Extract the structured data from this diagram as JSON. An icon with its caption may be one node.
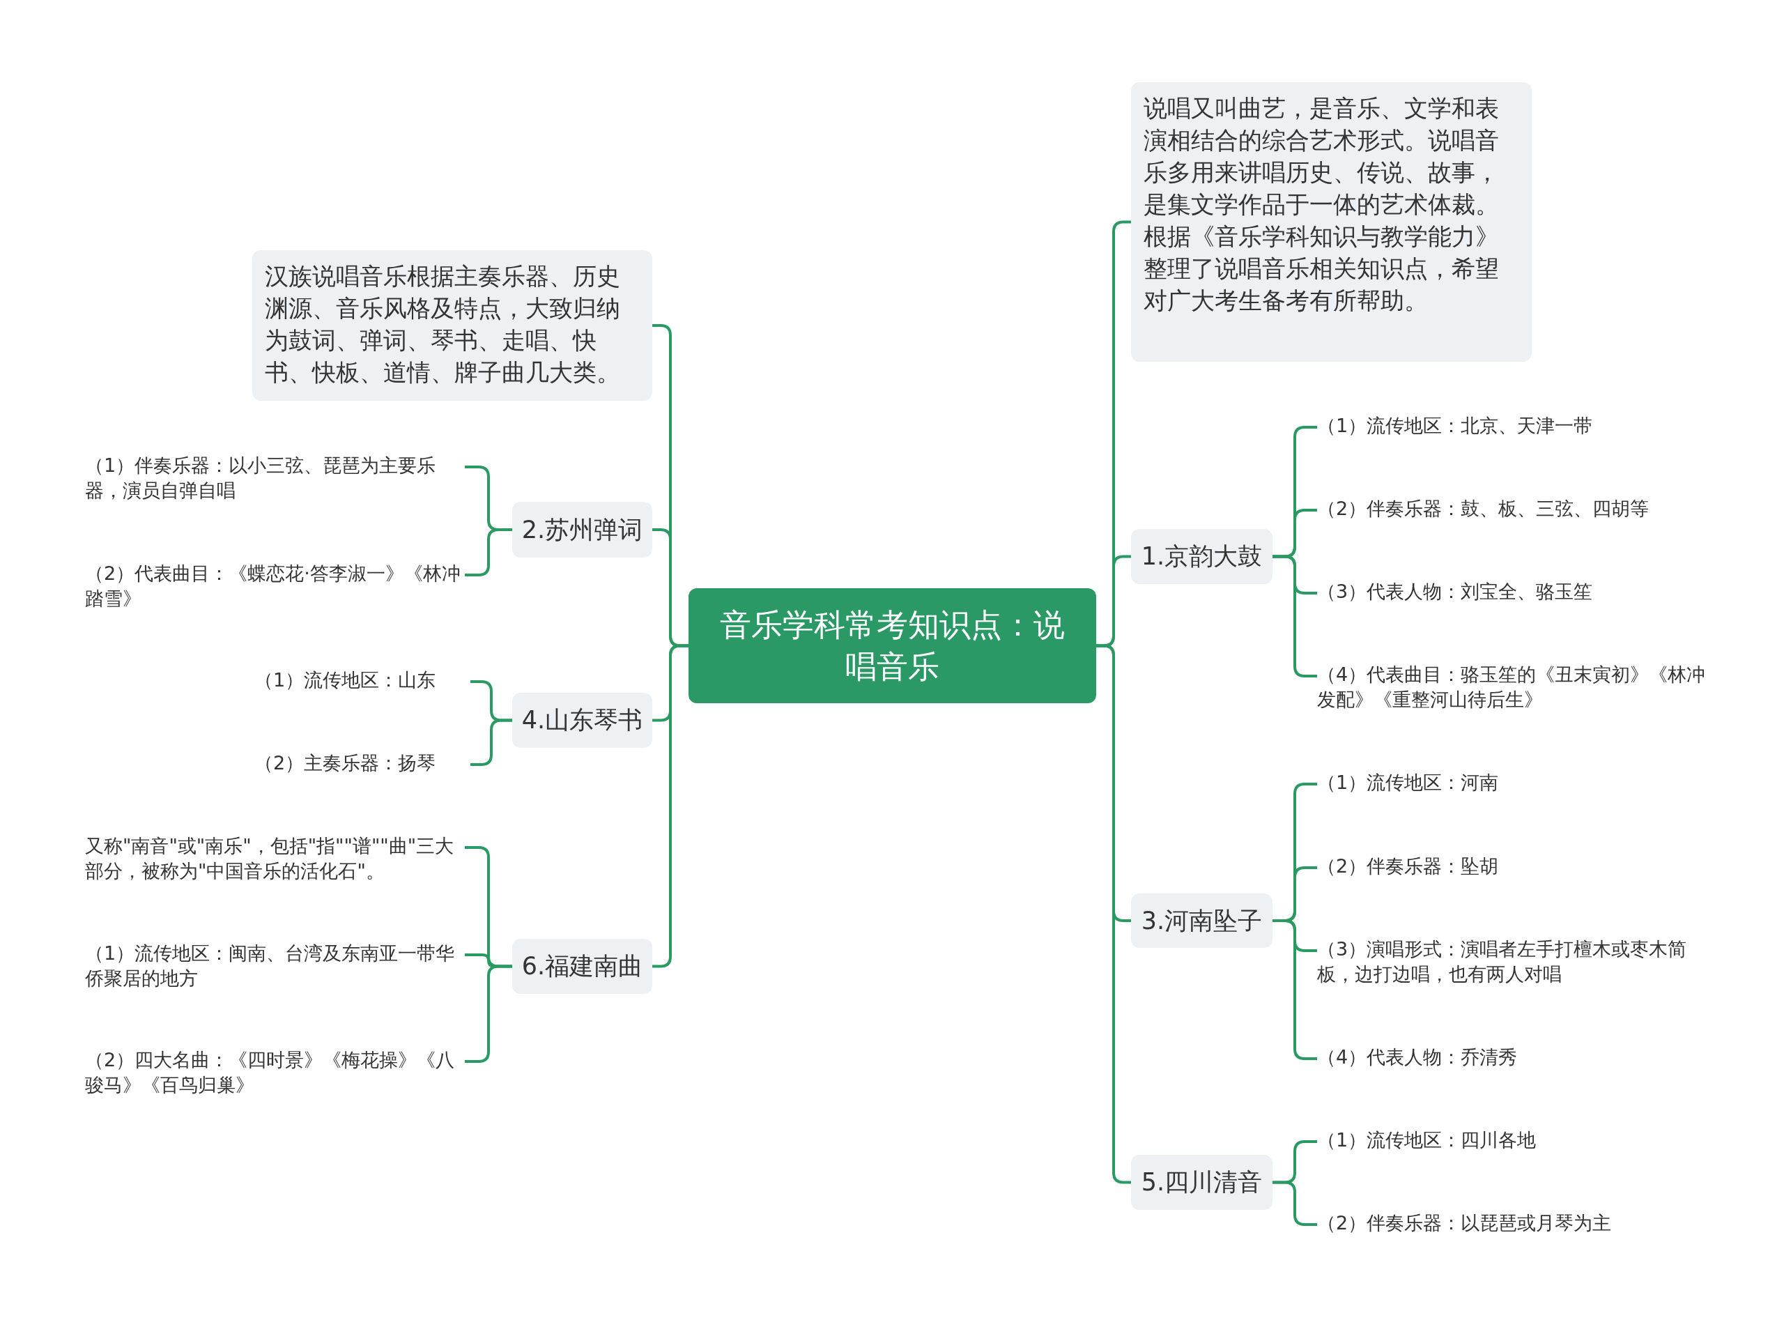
{
  "diagram": {
    "nodes": [
      {
        "text": [
          "音乐学科常考知识点：说唱音乐"
        ]
      },
      {
        "text": [
          "说唱又叫曲艺，是音乐、文学和表演相结合的综合艺术形式。说唱音乐多用来讲唱历史、传说、故事，是集文学作品于一体的艺术体裁。根据《音乐学科知识与教学能力》整理了说唱音乐相关知识点，希望对广大考生备考有所帮助。"
        ]
      },
      {
        "text": [
          "1.京韵大鼓"
        ]
      },
      {
        "text": [
          "（1）流传地区：北京、天津一带"
        ]
      },
      {
        "text": [
          "（2）伴奏乐器：鼓、板、三弦、四胡等"
        ]
      },
      {
        "text": [
          "（3）代表人物：刘宝全、骆玉笙"
        ]
      },
      {
        "text": [
          "（4）代表曲目：骆玉笙的《丑末寅初》《林冲发配》《重整河山待后生》"
        ]
      },
      {
        "text": [
          "3.河南坠子"
        ]
      },
      {
        "text": [
          "（1）流传地区：河南"
        ]
      },
      {
        "text": [
          "（2）伴奏乐器：坠胡"
        ]
      },
      {
        "text": [
          "（3）演唱形式：演唱者左手打檀木或枣木简板，边打边唱，也有两人对唱"
        ]
      },
      {
        "text": [
          "（4）代表人物：乔清秀"
        ]
      },
      {
        "text": [
          "5.四川清音"
        ]
      },
      {
        "text": [
          "（1）流传地区：四川各地"
        ]
      },
      {
        "text": [
          "（2）伴奏乐器：以琵琶或月琴为主"
        ]
      },
      {
        "text": [
          "汉族说唱音乐根据主奏乐器、历史渊源、音乐风格及特点，大致归纳为鼓词、弹词、琴书、走唱、快书、快板、道情、牌子曲几大类。"
        ]
      },
      {
        "text": [
          "2.苏州弹词"
        ]
      },
      {
        "text": [
          "（1）伴奏乐器：以小三弦、琵琶为主要乐器，演员自弹自唱"
        ]
      },
      {
        "text": [
          "（2）代表曲目：《蝶恋花·答李淑一》《林冲踏雪》"
        ]
      },
      {
        "text": [
          "4.山东琴书"
        ]
      },
      {
        "text": [
          "（1）流传地区：山东"
        ]
      },
      {
        "text": [
          "（2）主奏乐器：扬琴"
        ]
      },
      {
        "text": [
          "6.福建南曲"
        ]
      },
      {
        "text": [
          "又称\"南音\"或\"南乐\"，包括\"指\"\"谱\"\"曲\"三大部分，被称为\"中国音乐的活化石\"。"
        ]
      },
      {
        "text": [
          "（1）流传地区：闽南、台湾及东南亚一带华侨聚居的地方"
        ]
      },
      {
        "text": [
          "（2）四大名曲：《四时景》《梅花操》《八骏马》《百鸟归巢》"
        ]
      }
    ],
    "edges": [
      {
        "from": 0,
        "to": 1,
        "arrow": "none"
      },
      {
        "from": 0,
        "to": 2,
        "arrow": "none"
      },
      {
        "from": 2,
        "to": 3,
        "arrow": "none"
      },
      {
        "from": 2,
        "to": 4,
        "arrow": "none"
      },
      {
        "from": 2,
        "to": 5,
        "arrow": "none"
      },
      {
        "from": 2,
        "to": 6,
        "arrow": "none"
      },
      {
        "from": 0,
        "to": 7,
        "arrow": "none"
      },
      {
        "from": 7,
        "to": 8,
        "arrow": "none"
      },
      {
        "from": 7,
        "to": 9,
        "arrow": "none"
      },
      {
        "from": 7,
        "to": 10,
        "arrow": "none"
      },
      {
        "from": 7,
        "to": 11,
        "arrow": "none"
      },
      {
        "from": 0,
        "to": 12,
        "arrow": "none"
      },
      {
        "from": 12,
        "to": 13,
        "arrow": "none"
      },
      {
        "from": 12,
        "to": 14,
        "arrow": "none"
      },
      {
        "from": 0,
        "to": 15,
        "arrow": "none"
      },
      {
        "from": 0,
        "to": 16,
        "arrow": "none"
      },
      {
        "from": 16,
        "to": 17,
        "arrow": "none"
      },
      {
        "from": 16,
        "to": 18,
        "arrow": "none"
      },
      {
        "from": 0,
        "to": 19,
        "arrow": "none"
      },
      {
        "from": 19,
        "to": 20,
        "arrow": "none"
      },
      {
        "from": 19,
        "to": 21,
        "arrow": "none"
      },
      {
        "from": 0,
        "to": 22,
        "arrow": "none"
      },
      {
        "from": 22,
        "to": 23,
        "arrow": "none"
      },
      {
        "from": 22,
        "to": 24,
        "arrow": "none"
      },
      {
        "from": 22,
        "to": 25,
        "arrow": "none"
      }
    ]
  }
}
